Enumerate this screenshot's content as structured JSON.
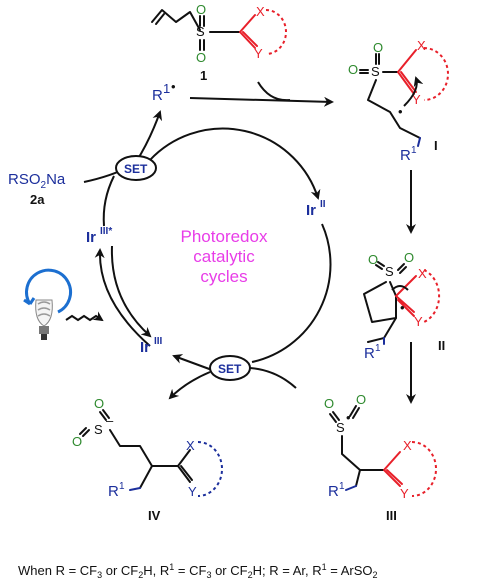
{
  "colors": {
    "reagent_blue": "#1c2f9c",
    "heteroatom_red": "#e8202a",
    "oxygen_green": "#2f8a2f",
    "cycle_title_magenta": "#e83de8",
    "line_black": "#111111"
  },
  "cycle": {
    "title_lines": [
      "Photoredox",
      "catalytic",
      "cycles"
    ],
    "set_top": "SET",
    "set_bottom": "SET",
    "ir_ii": "Ir",
    "ir_ii_sup": "II",
    "ir_iii": "Ir",
    "ir_iii_sup": "III",
    "ir_iii_star": "Ir",
    "ir_iii_star_sup": "III*"
  },
  "reagent": {
    "salt": "RSO",
    "salt_sub": "2",
    "salt_end": "Na",
    "label": "2a"
  },
  "radical": {
    "r": "R",
    "sup": "1",
    "dot": "•"
  },
  "compounds": {
    "c1": {
      "label": "1",
      "s": "S",
      "o": "O",
      "x": "X",
      "y": "Y"
    },
    "cI": {
      "label": "I",
      "s": "S",
      "o": "O",
      "x": "X",
      "y": "Y",
      "r": "R",
      "r_sup": "1"
    },
    "cII": {
      "label": "II",
      "s": "S",
      "o": "O",
      "x": "X",
      "y": "Y",
      "r": "R",
      "r_sup": "1"
    },
    "cIII": {
      "label": "III",
      "s": "S",
      "o": "O",
      "x": "X",
      "y": "Y",
      "r": "R",
      "r_sup": "1"
    },
    "cIV": {
      "label": "IV",
      "s": "S",
      "o": "O",
      "x": "X",
      "y": "Y",
      "r": "R",
      "r_sup": "1",
      "minus": "–"
    }
  },
  "footnote": {
    "p1": "When R = CF",
    "s1": "3",
    "p2": " or CF",
    "s2": "2",
    "p3": "H, R",
    "s3": "1",
    "p4": " = CF",
    "s4": "3",
    "p5": " or CF",
    "s5": "2",
    "p6": "H; R = Ar, R",
    "s6": "1",
    "p7": " = ArSO",
    "s7": "2"
  }
}
